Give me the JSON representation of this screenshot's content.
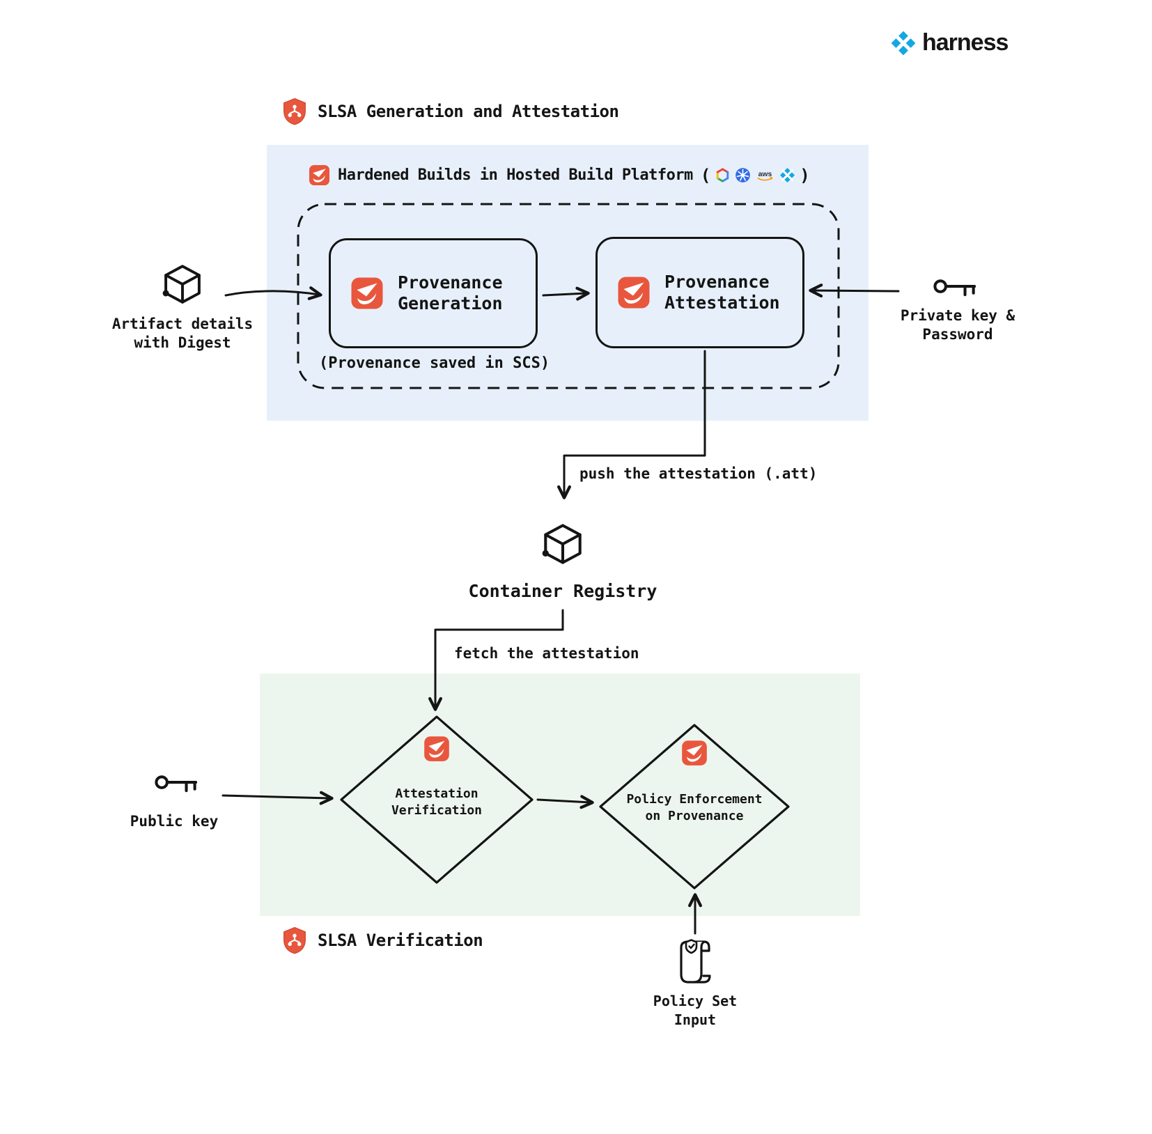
{
  "brand": {
    "name": "harness"
  },
  "colors": {
    "accent_orange": "#e8573d",
    "harness_blue": "#14a7e3",
    "generation_panel_bg": "#e7f0fa",
    "verification_panel_bg": "#edf6ee",
    "ink": "#141414"
  },
  "generation_section": {
    "title": "SLSA Generation and Attestation",
    "platform_header": {
      "label": "Hardened Builds in Hosted Build Platform",
      "paren_open": "(",
      "paren_close": ")",
      "platform_icons": [
        "google-cloud",
        "kubernetes",
        "aws",
        "harness"
      ]
    },
    "provenance_generation_label": "Provenance\nGeneration",
    "provenance_attestation_label": "Provenance\nAttestation",
    "note": "(Provenance saved in SCS)"
  },
  "inputs": {
    "artifact_label": "Artifact details\nwith Digest",
    "private_key_label": "Private key &\nPassword",
    "public_key_label": "Public key",
    "policy_set_label": "Policy Set\nInput"
  },
  "flow": {
    "push_label": "push the attestation (.att)",
    "container_registry_label": "Container Registry",
    "fetch_label": "fetch the attestation"
  },
  "verification_section": {
    "title": "SLSA Verification",
    "attestation_verification_label": "Attestation\nVerification",
    "policy_enforcement_label": "Policy Enforcement\non Provenance"
  }
}
